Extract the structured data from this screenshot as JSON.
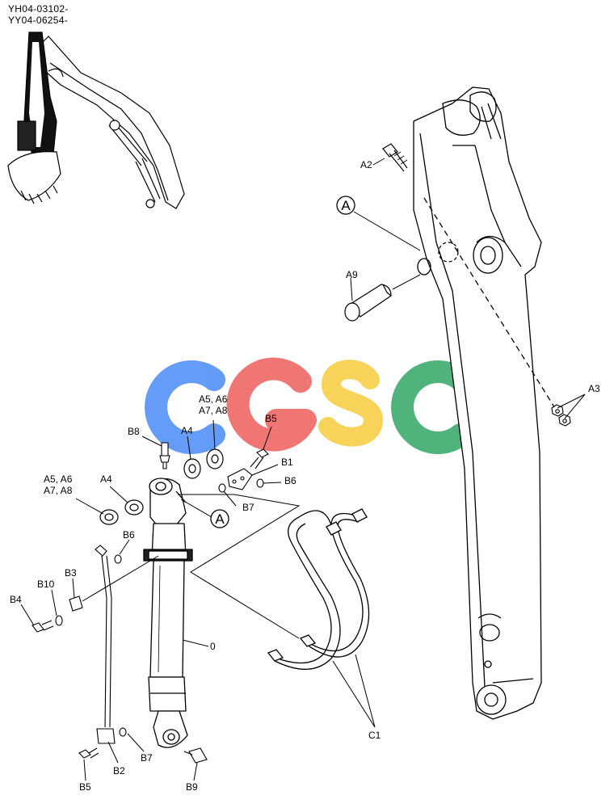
{
  "header": {
    "serial_lines": [
      "YH04-03102-",
      "YY04-06254-"
    ]
  },
  "watermark": {
    "letters": [
      "C",
      "G",
      "S",
      "C"
    ],
    "colors": [
      "#4f8ef7",
      "#ef6461",
      "#f7cf43",
      "#3aa96b"
    ]
  },
  "labels": {
    "A2": "A2",
    "A3": "A3",
    "A9": "A9",
    "A4_top": "A4",
    "A4_left": "A4",
    "A5A6_top": "A5, A6",
    "A7A8_top": "A7, A8",
    "A5A6_left": "A5, A6",
    "A7A8_left": "A7, A8",
    "B1": "B1",
    "B2": "B2",
    "B3": "B3",
    "B4": "B4",
    "B5_top": "B5",
    "B5_bottom": "B5",
    "B6_right": "B6",
    "B6_left": "B6",
    "B7_top": "B7",
    "B7_bottom": "B7",
    "B8": "B8",
    "B9": "B9",
    "B10": "B10",
    "C1": "C1",
    "zero": "0"
  },
  "callouts": {
    "detail_A_top": "A",
    "detail_A_mid": "A"
  },
  "icons": {
    "machine_thumbnail": "excavator-icon",
    "arm": "arm-boom-icon",
    "cylinder": "hydraulic-cylinder-icon",
    "hose": "hydraulic-hose-icon"
  }
}
